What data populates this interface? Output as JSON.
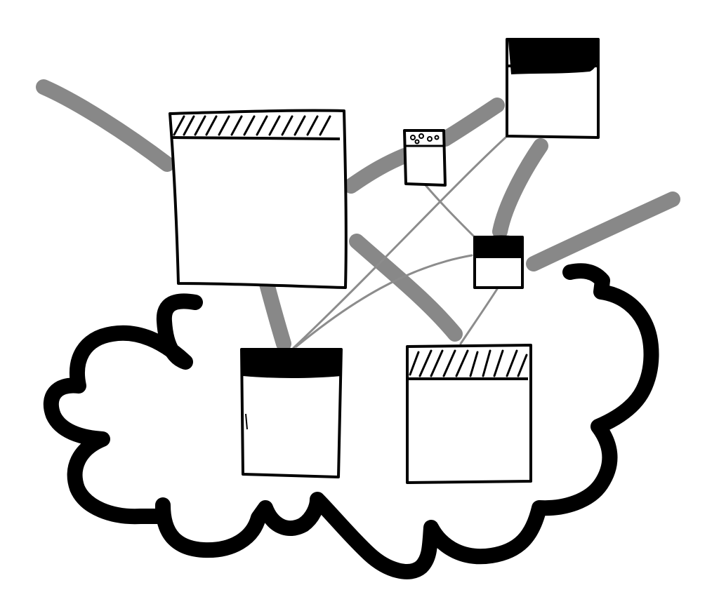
{
  "colors": {
    "ink": "#000000",
    "connector": "#888888",
    "thin_connector": "#8c8c8c",
    "background": "#ffffff"
  },
  "diagram": {
    "elements": [
      {
        "name": "cloud-boundary",
        "kind": "cloud"
      },
      {
        "name": "window-large-topleft",
        "kind": "window",
        "header": "hatched"
      },
      {
        "name": "window-small-center",
        "kind": "window",
        "header": "dotted"
      },
      {
        "name": "window-topright",
        "kind": "window",
        "header": "solid"
      },
      {
        "name": "window-small-right",
        "kind": "window",
        "header": "solid"
      },
      {
        "name": "window-cloud-left",
        "kind": "window",
        "header": "solid"
      },
      {
        "name": "window-cloud-right",
        "kind": "window",
        "header": "hatched"
      }
    ]
  }
}
